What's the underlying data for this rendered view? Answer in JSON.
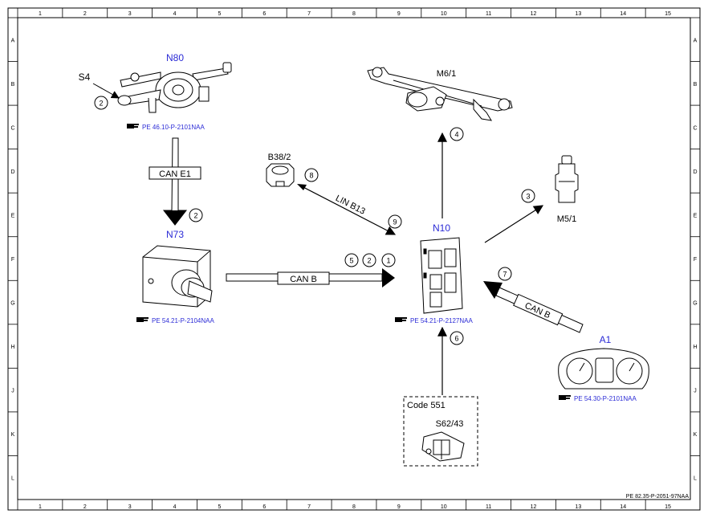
{
  "frame": {
    "columns": [
      "1",
      "2",
      "3",
      "4",
      "5",
      "6",
      "7",
      "8",
      "9",
      "10",
      "11",
      "12",
      "13",
      "14",
      "15"
    ],
    "rows": [
      "A",
      "B",
      "C",
      "D",
      "E",
      "F",
      "G",
      "H",
      "J",
      "K",
      "L"
    ]
  },
  "colors": {
    "blue": "#2b2bd6",
    "line": "#000000"
  },
  "components": {
    "n80": {
      "label": "N80",
      "ref": "PE 46.10-P-2101NAA"
    },
    "s4": {
      "label": "S4"
    },
    "n73": {
      "label": "N73",
      "ref": "PE 54.21-P-2104NAA"
    },
    "b382": {
      "label": "B38/2"
    },
    "m61": {
      "label": "M6/1"
    },
    "m51": {
      "label": "M5/1"
    },
    "n10": {
      "label": "N10",
      "ref": "PE 54.21-P-2127NAA"
    },
    "a1": {
      "label": "A1",
      "ref": "PE 54.30-P-2101NAA"
    },
    "s6243": {
      "label": "S62/43",
      "code": "Code 551"
    }
  },
  "buses": {
    "can_e1": "CAN E1",
    "can_b1": "CAN B",
    "can_b2": "CAN B",
    "lin": "LIN B13"
  },
  "numbers": [
    "1",
    "2",
    "2",
    "3",
    "4",
    "5",
    "6",
    "7",
    "8",
    "9"
  ],
  "footer": {
    "doc_ref": "PE 82.35-P-2051-97NAA"
  },
  "icon": "reference-hand-icon"
}
